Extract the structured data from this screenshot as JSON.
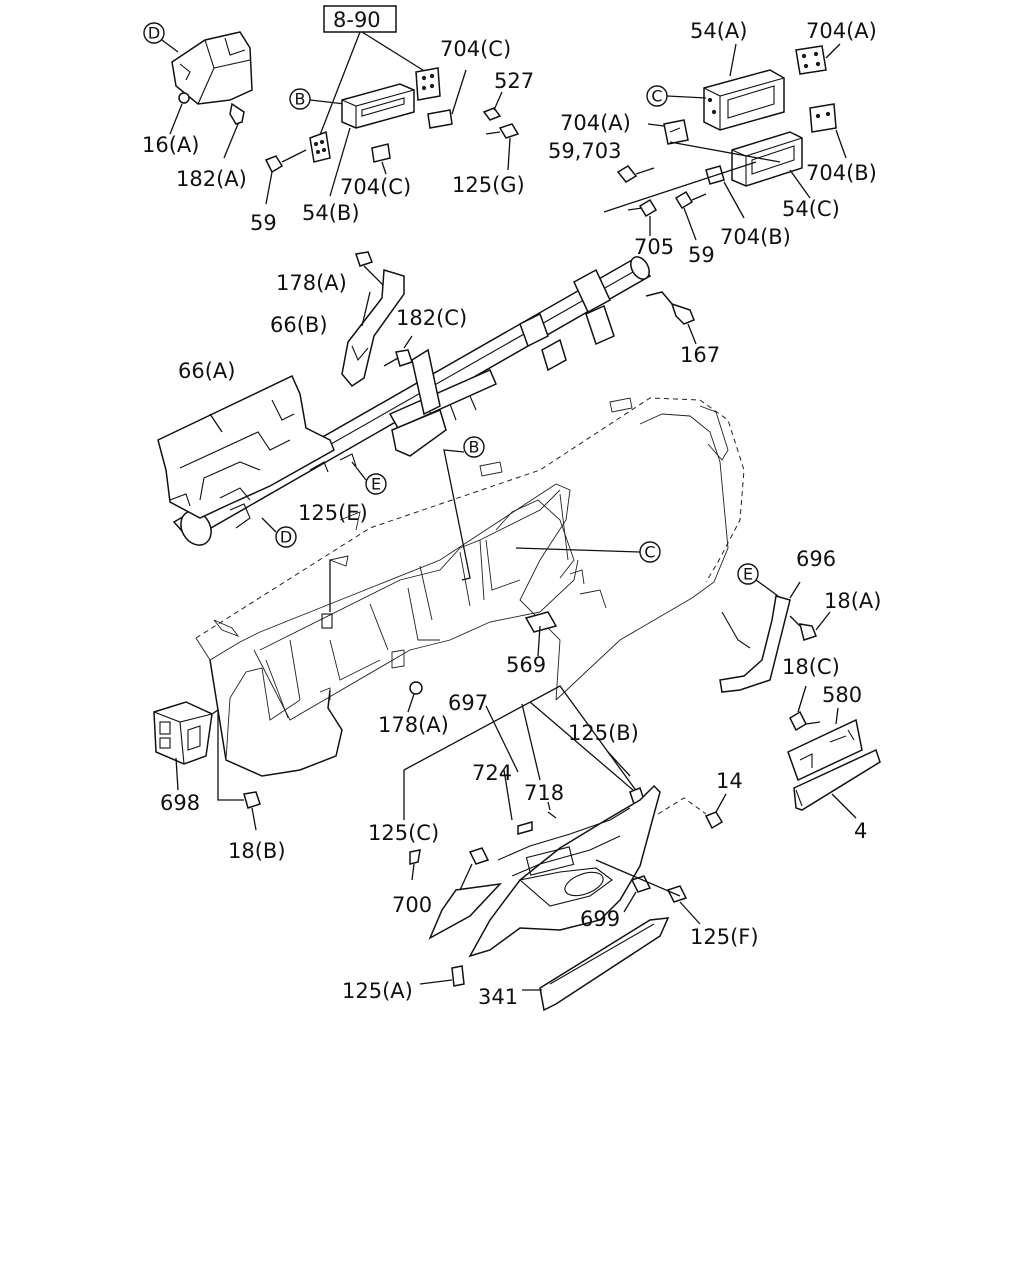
{
  "diagram": {
    "ref_box": "8-90",
    "callouts": {
      "D": "D",
      "B": "B",
      "C": "C",
      "E": "E"
    },
    "part_labels": {
      "p16A": "16(A)",
      "p182A": "182(A)",
      "p59a": "59",
      "p54B": "54(B)",
      "p704Ca": "704(C)",
      "p704Cb": "704(C)",
      "p527": "527",
      "p125G": "125(G)",
      "p54A": "54(A)",
      "p704Aa": "704(A)",
      "p704Ab": "704(A)",
      "p59_703": "59,703",
      "p704Ba": "704(B)",
      "p704Bb": "704(B)",
      "p54C": "54(C)",
      "p705": "705",
      "p59b": "59",
      "p178Aa": "178(A)",
      "p66B": "66(B)",
      "p182C": "182(C)",
      "p167": "167",
      "p66A": "66(A)",
      "p125E": "125(E)",
      "p696": "696",
      "p18A": "18(A)",
      "p569": "569",
      "p18C": "18(C)",
      "p580": "580",
      "p697": "697",
      "p178Ab": "178(A)",
      "p125B": "125(B)",
      "p724": "724",
      "p718": "718",
      "p14": "14",
      "p698": "698",
      "p4": "4",
      "p18B": "18(B)",
      "p125C": "125(C)",
      "p700": "700",
      "p699": "699",
      "p125F": "125(F)",
      "p125A": "125(A)",
      "p341": "341"
    }
  }
}
